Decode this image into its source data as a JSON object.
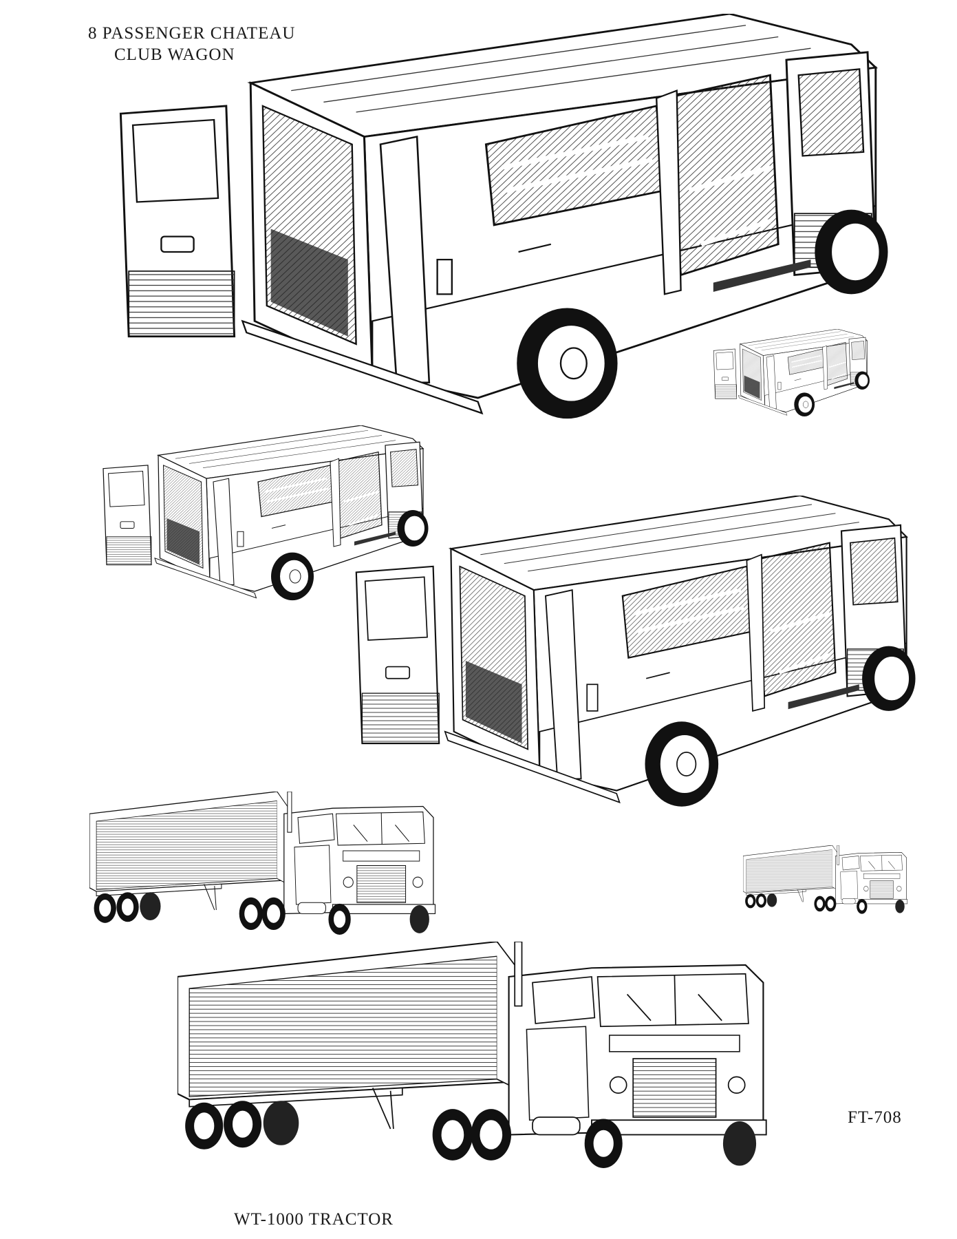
{
  "captions": {
    "van_title_line1": "8 PASSENGER CHATEAU",
    "van_title_line2": "CLUB WAGON",
    "tractor_title": "WT-1000 TRACTOR",
    "figure_code": "FT-708"
  },
  "illustrations": [
    {
      "name": "club-wagon-van-large",
      "subject": "van"
    },
    {
      "name": "club-wagon-van-thumb-small",
      "subject": "van"
    },
    {
      "name": "club-wagon-van-medium-left",
      "subject": "van"
    },
    {
      "name": "club-wagon-van-medium-right",
      "subject": "van"
    },
    {
      "name": "tractor-trailer-medium",
      "subject": "tractor-trailer"
    },
    {
      "name": "tractor-trailer-small",
      "subject": "tractor-trailer"
    },
    {
      "name": "tractor-trailer-large",
      "subject": "tractor-trailer"
    }
  ],
  "colors": {
    "ink": "#1a1a1a",
    "hatch": "#555555",
    "paper": "#ffffff"
  }
}
